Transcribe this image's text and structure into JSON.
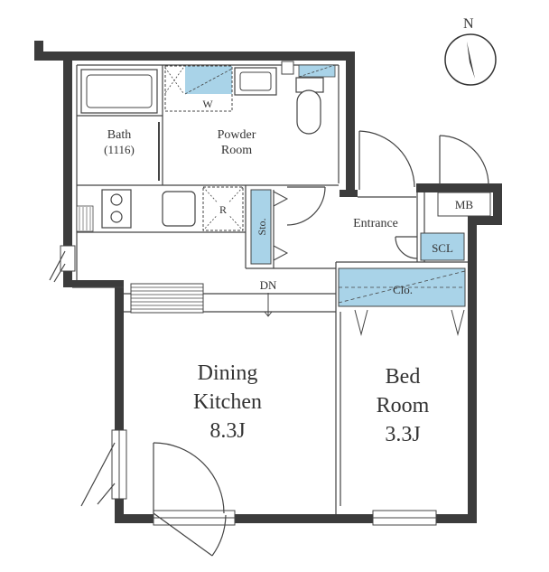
{
  "compass": {
    "label": "N"
  },
  "rooms": {
    "bath": {
      "line1": "Bath",
      "line2": "(1116)"
    },
    "powder_room": {
      "line1": "Powder",
      "line2": "Room"
    },
    "washer": "W",
    "refrigerator": "R",
    "storage": "Sto.",
    "entrance": "Entrance",
    "shoe_closet": "SCL",
    "meter_box": "MB",
    "closet": "Clo.",
    "step_down": "DN",
    "dining_kitchen": {
      "line1": "Dining",
      "line2": "Kitchen",
      "line3": "8.3J"
    },
    "bedroom": {
      "line1": "Bed",
      "line2": "Room",
      "line3": "3.3J"
    }
  },
  "colors": {
    "wall": "#3c3c3c",
    "storage_fill": "#a9d3e8",
    "line": "#444444"
  }
}
